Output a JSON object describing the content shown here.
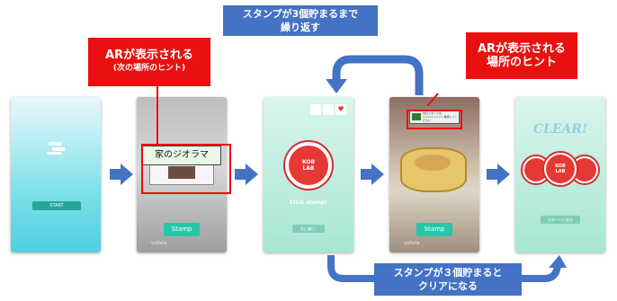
{
  "callouts": {
    "ar_shown": [
      "ARが表示される",
      "(次の場所のヒント)"
    ],
    "ar_hint_place": [
      "ARが表示される",
      "場所のヒント"
    ],
    "repeat": [
      "スタンプが3個貯まるまで",
      "繰り返す"
    ],
    "clear_condition": [
      "スタンプが３個貯まると",
      "クリアになる"
    ]
  },
  "screens": {
    "title": {
      "start_label": "START"
    },
    "ar_hint": {
      "diorama_text": "家のジオラマ",
      "stamp_label": "Stamp",
      "footer": "vuforia"
    },
    "stamp": {
      "click_text": "Click stamp!",
      "button_label": "次に進む ›",
      "logo_top": "KOB",
      "logo_bottom": "LAB"
    },
    "camera": {
      "stamp_label": "Stamp",
      "footer": "vuforia",
      "hint_text": "次のスタンプは ××××××××× 確認してください"
    },
    "clear": {
      "title": "CLEAR!",
      "button_label": "スタートに戻る",
      "logo_top": "KOB",
      "logo_bottom": "LAB"
    }
  },
  "colors": {
    "accent_blue": "#4472c4",
    "callout_red": "#e8110f",
    "stamp_red": "#e53935",
    "mint": "#a8e6d3"
  }
}
